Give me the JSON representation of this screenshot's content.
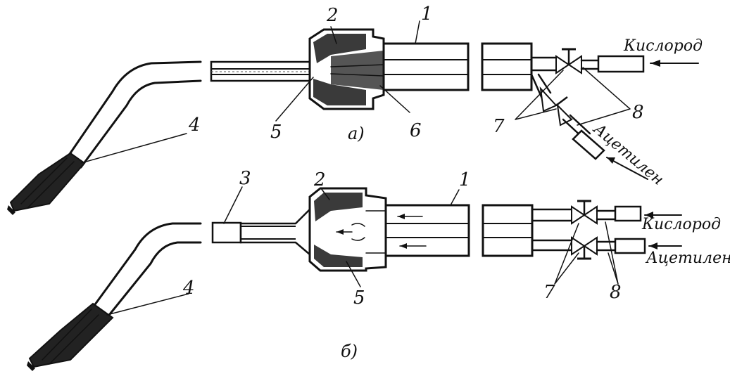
{
  "figure": {
    "parts": {
      "body": "1",
      "nut": "2",
      "extension": "3",
      "tip": "4",
      "nipple": "5",
      "injector": "6",
      "valves": "7",
      "hose_nipples": "8"
    },
    "variant_a": {
      "caption": "а)",
      "oxygen_label": "Кислород",
      "acetylene_label": "Ацетилен"
    },
    "variant_b": {
      "caption": "б)",
      "oxygen_label": "Кислород",
      "acetylene_label": "Ацетилен"
    }
  },
  "colors": {
    "ink": "#111111",
    "paper": "#ffffff"
  }
}
